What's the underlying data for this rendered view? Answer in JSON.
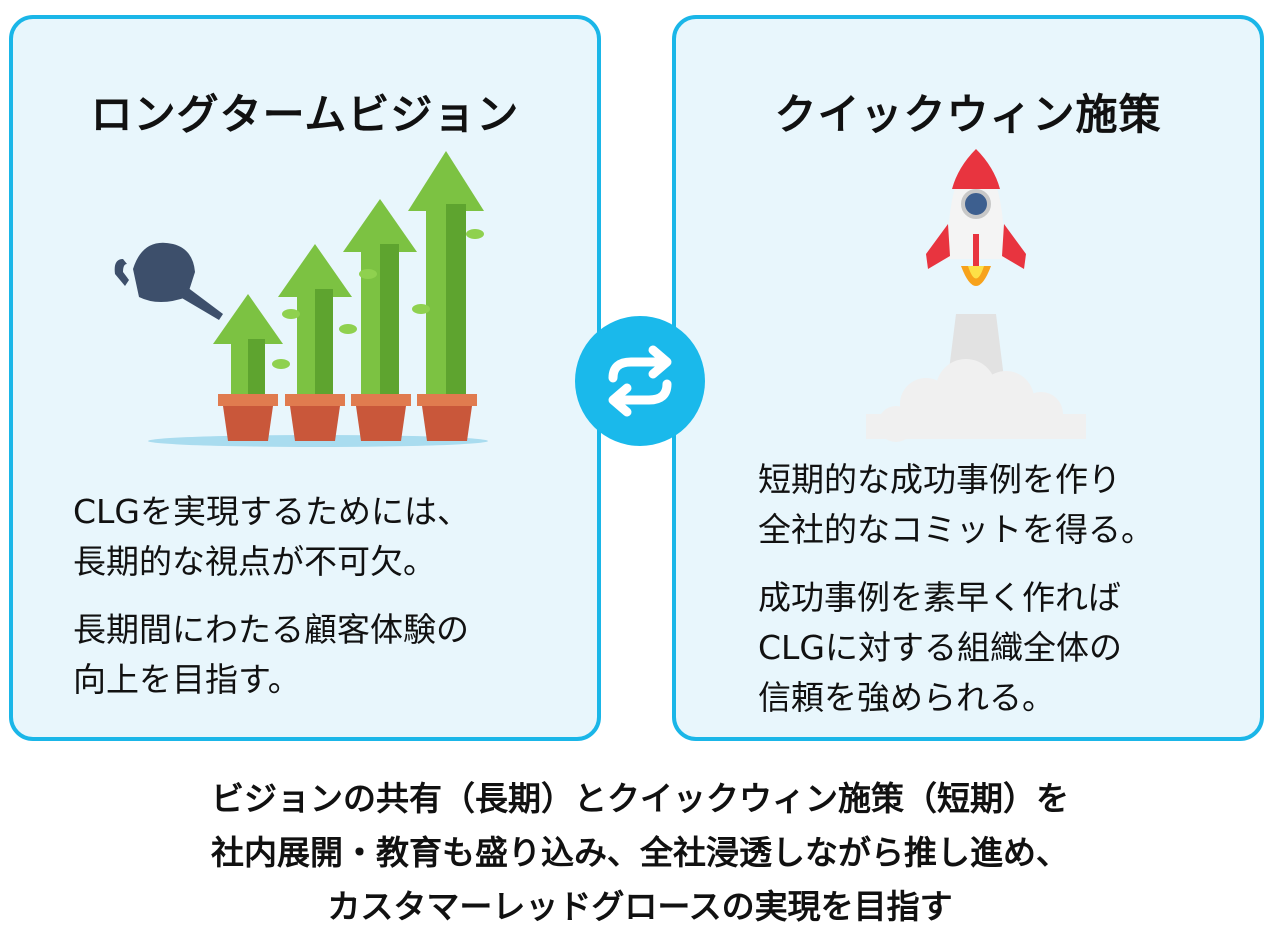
{
  "left_card": {
    "title": "ロングタームビジョン",
    "paragraphs": [
      [
        "CLGを実現するためには、",
        "長期的な視点が不可欠。"
      ],
      [
        "長期間にわたる顧客体験の",
        "向上を目指す。"
      ]
    ]
  },
  "right_card": {
    "title": "クイックウィン施策",
    "paragraphs": [
      [
        "短期的な成功事例を作り",
        "全社的なコミットを得る。"
      ],
      [
        "成功事例を素早く作れば",
        "CLGに対する組織全体の",
        "信頼を強められる。"
      ]
    ]
  },
  "footer": {
    "lines": [
      "ビジョンの共有（長期）とクイックウィン施策（短期）を",
      "社内展開・教育も盛り込み、全社浸透しながら推し進め、",
      "カスタマーレッドグロースの実現を目指す"
    ]
  },
  "colors": {
    "accent": "#1ab6e8",
    "card_bg": "#e8f6fc",
    "arrow_green": "#7cc242",
    "pot": "#c9573a",
    "rocket_red": "#e8343f"
  }
}
